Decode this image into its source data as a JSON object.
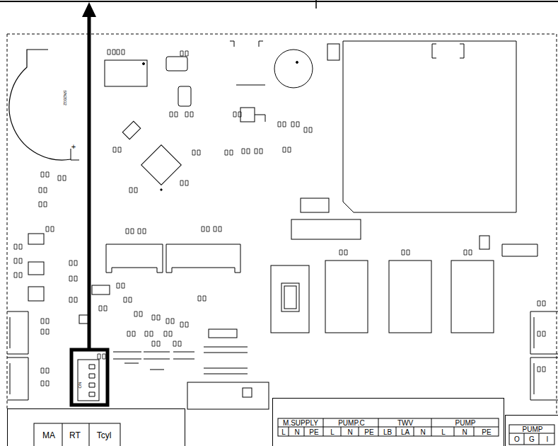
{
  "diagram": {
    "nodes": [
      {
        "text": [
          "MA",
          "RT",
          "Tcyl"
        ]
      },
      {
        "text": [
          "M.SUPPLY",
          "L",
          "N",
          "PE",
          "PUMP.C",
          "L",
          "N",
          "PE",
          "TWV",
          "LB",
          "LA",
          "N",
          "PUMP",
          "L",
          "N",
          "PE"
        ]
      },
      {
        "text": [
          "PUMP",
          "O",
          "G",
          "I"
        ]
      }
    ],
    "labels": [
      "SN2032",
      "+",
      "ON"
    ]
  }
}
